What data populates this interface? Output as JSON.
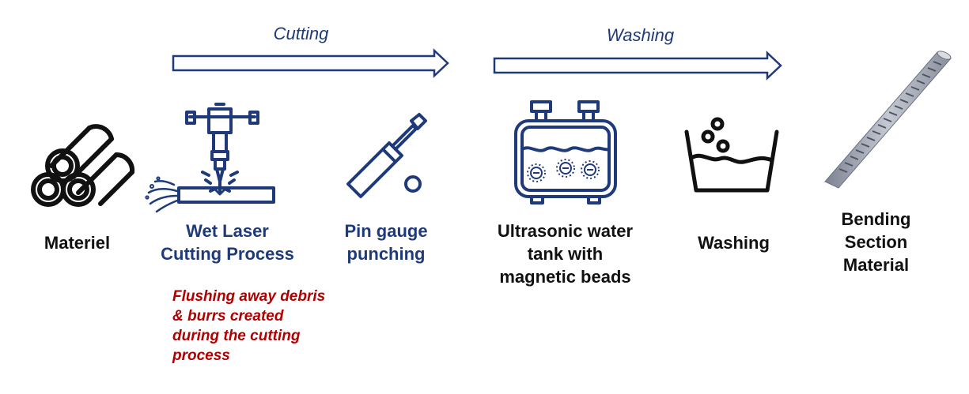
{
  "colors": {
    "navy": "#1f3a7a",
    "black": "#111111",
    "note_red": "#b00000",
    "pipe_gray": "#9aa0ad"
  },
  "phases": {
    "cutting": "Cutting",
    "washing": "Washing"
  },
  "steps": {
    "material": {
      "label": "Materiel",
      "icon": "rolled-pipes-icon"
    },
    "wet_laser": {
      "label": "Wet Laser\nCutting Process",
      "icon": "laser-cutter-icon"
    },
    "pin_gauge": {
      "label": "Pin gauge\npunching",
      "icon": "pin-gauge-icon"
    },
    "ultrasonic": {
      "label": "Ultrasonic water\ntank with\nmagnetic beads",
      "icon": "ultrasonic-tank-icon"
    },
    "washing": {
      "label": "Washing",
      "icon": "wash-basin-icon"
    },
    "bending": {
      "label": "Bending\nSection\nMaterial",
      "icon": "bending-section-tube-icon"
    }
  },
  "note": "Flushing away debris\n& burrs created\nduring the cutting\nprocess"
}
